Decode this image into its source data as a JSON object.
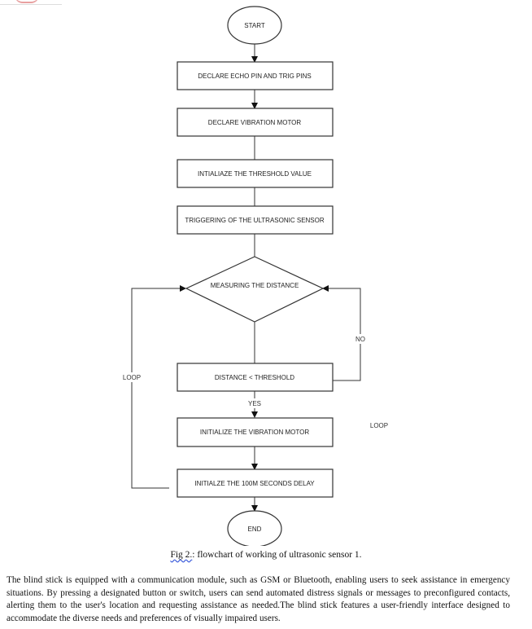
{
  "nodes": {
    "start": "START",
    "declare_pins": "DECLARE ECHO PIN AND TRIG PINS",
    "declare_motor": "DECLARE VIBRATION MOTOR",
    "init_threshold": "INTIALIAZE THE THRESHOLD VALUE",
    "trigger_sensor": "TRIGGERING OF THE ULTRASONIC SENSOR",
    "measure_distance": "MEASURING THE DISTANCE",
    "compare": "DISTANCE < THRESHOLD",
    "init_motor": "INITIALIZE THE VIBRATION MOTOR",
    "init_delay": "INITIALZE THE 100M SECONDS DELAY",
    "end": "END"
  },
  "labels": {
    "no": "NO",
    "yes": "YES",
    "loop_left": "LOOP",
    "loop_right": "LOOP"
  },
  "caption": {
    "number": "Fig 2.",
    "rest": ": flowchart of working of ultrasonic sensor 1."
  },
  "body": {
    "paragraph": "The blind stick is equipped with a communication module, such as GSM or Bluetooth, enabling users to seek assistance in emergency situations. By pressing a designated button or switch, users can send automated distress signals or messages to preconfigured contacts, alerting them to the user's location and requesting assistance as needed.The blind stick features a user-friendly interface designed to accommodate the diverse needs and preferences of visually impaired users."
  }
}
